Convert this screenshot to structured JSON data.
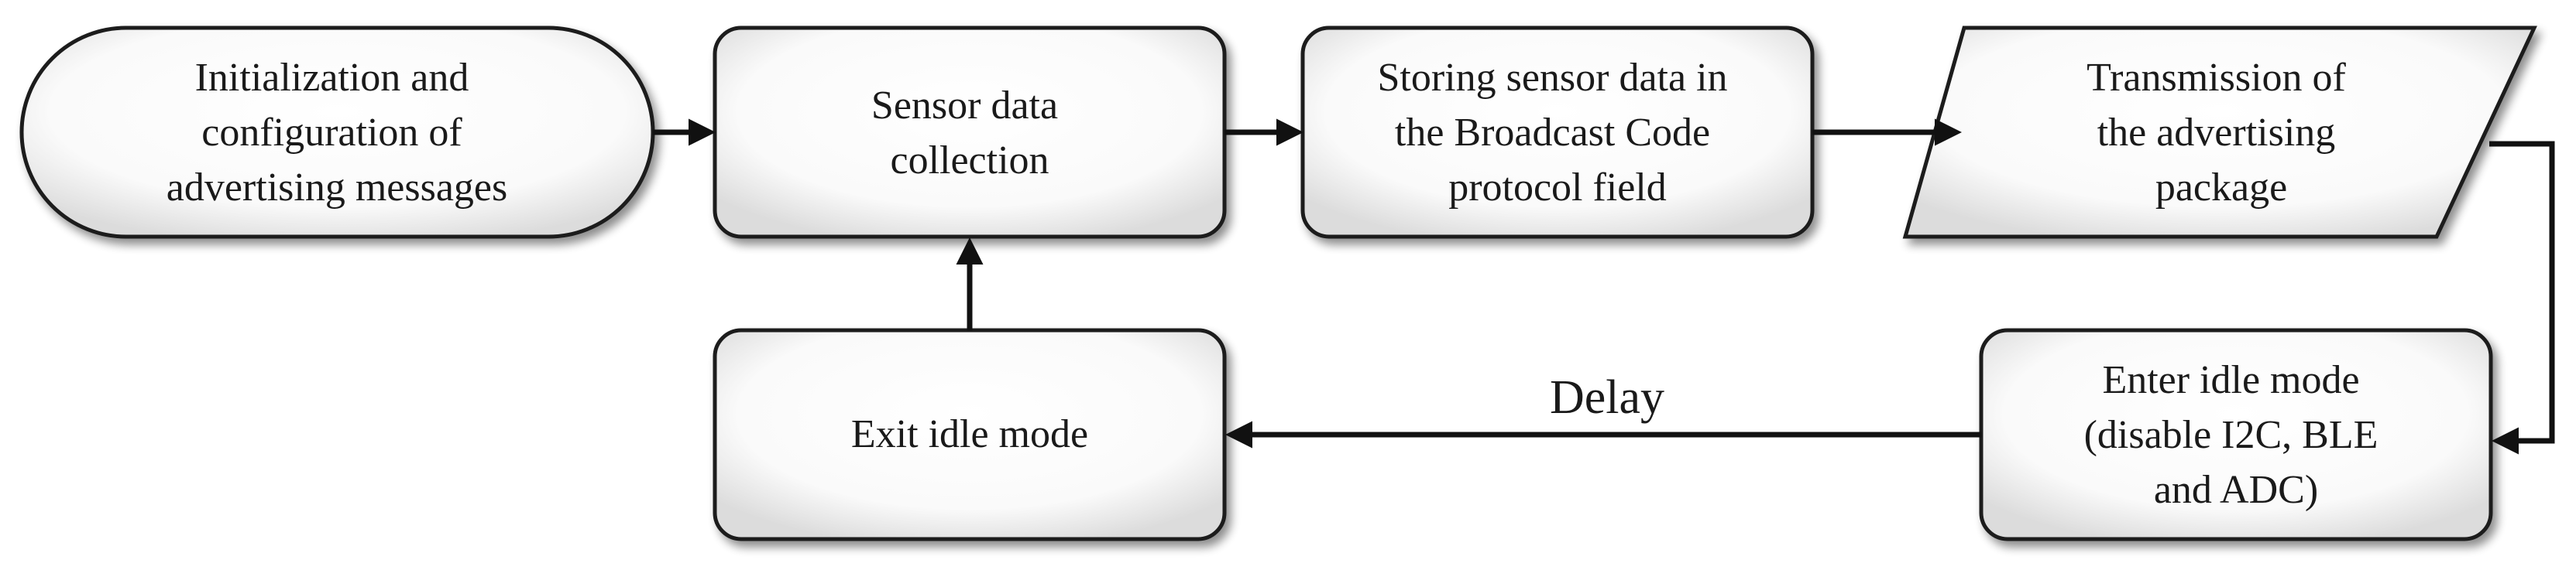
{
  "nodes": [
    {
      "id": "init",
      "shape": "terminator",
      "lines": [
        "Initialization and",
        "configuration of",
        "advertising messages"
      ]
    },
    {
      "id": "collect",
      "shape": "process",
      "lines": [
        "Sensor data",
        "collection"
      ]
    },
    {
      "id": "store",
      "shape": "process",
      "lines": [
        "Storing sensor data in",
        "the Broadcast Code",
        "protocol field"
      ]
    },
    {
      "id": "transmit",
      "shape": "data",
      "lines": [
        "Transmission of",
        "the advertising",
        "package"
      ]
    },
    {
      "id": "enter_idle",
      "shape": "process",
      "lines": [
        "Enter idle mode",
        "(disable I2C, BLE",
        "and ADC)"
      ]
    },
    {
      "id": "exit_idle",
      "shape": "process",
      "lines": [
        "Exit idle mode"
      ]
    }
  ],
  "edges": [
    {
      "from": "init",
      "to": "collect",
      "label": ""
    },
    {
      "from": "collect",
      "to": "store",
      "label": ""
    },
    {
      "from": "store",
      "to": "transmit",
      "label": ""
    },
    {
      "from": "transmit",
      "to": "enter_idle",
      "label": ""
    },
    {
      "from": "enter_idle",
      "to": "exit_idle",
      "label": "Delay"
    },
    {
      "from": "exit_idle",
      "to": "collect",
      "label": ""
    }
  ]
}
